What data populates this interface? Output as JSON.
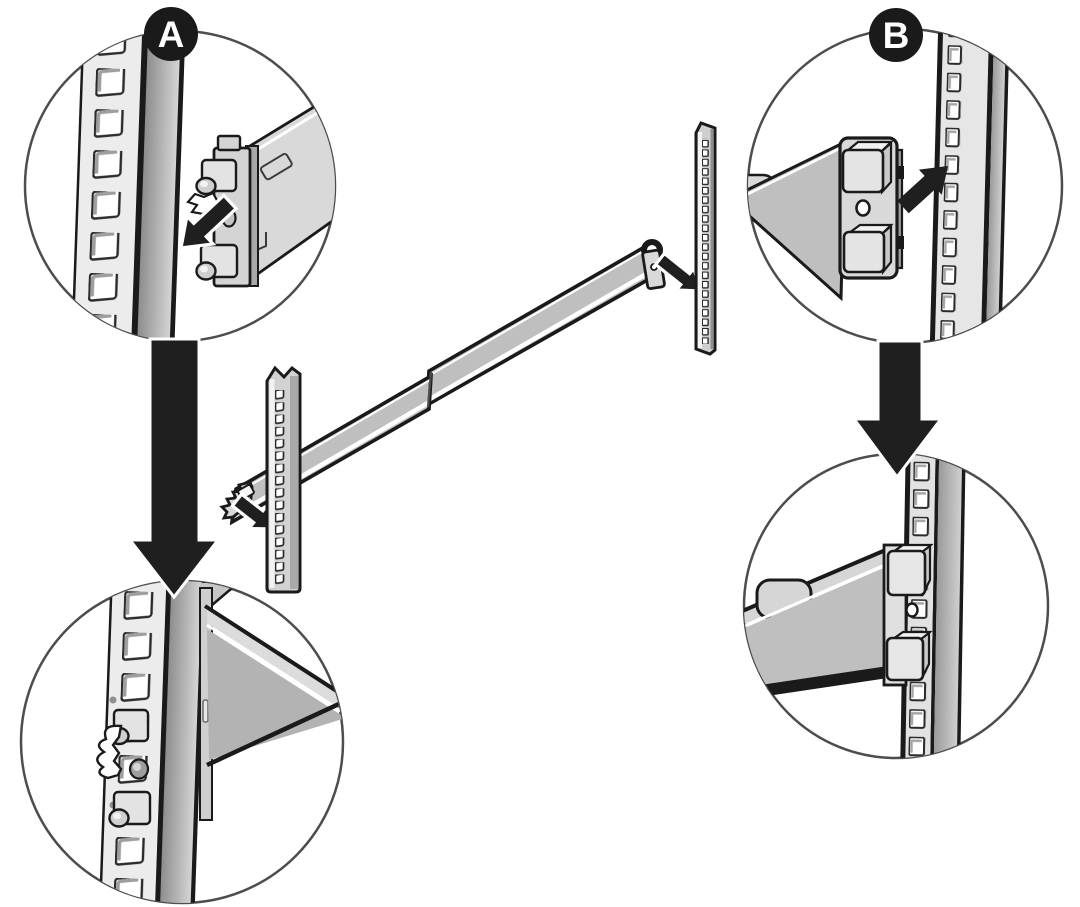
{
  "badges": {
    "a": "A",
    "b": "B"
  },
  "icons": {
    "left_step_arrow": "down-arrow",
    "right_step_arrow": "down-arrow",
    "callout_a_arrow": "diagonal-down-left-arrow",
    "callout_b_arrow": "diagonal-up-right-arrow",
    "rail_front_arrow": "diagonal-down-right-arrow",
    "rail_rear_arrow": "diagonal-down-right-arrow"
  },
  "colors": {
    "bg": "#ffffff",
    "outline": "#1a1a1a",
    "circle-stroke": "#4d4d4d",
    "badge-bg": "#1a1a1a",
    "badge-text": "#ffffff",
    "arrow": "#1f1f1f",
    "steel": "#bfbfbf",
    "steel-light": "#d9d9d9",
    "steel-lighter": "#ececec",
    "steel-mid": "#b3b3b3",
    "steel-dark": "#a8a8a8",
    "highlight": "#f5f5f5"
  }
}
